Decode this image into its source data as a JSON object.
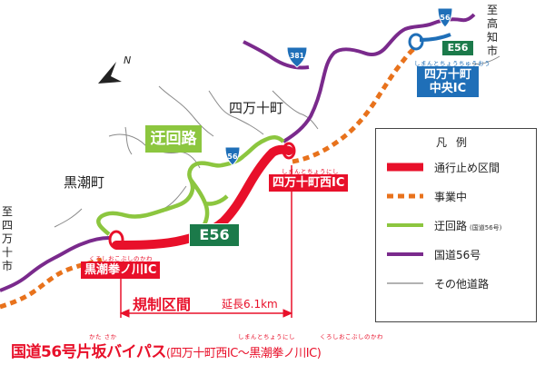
{
  "map": {
    "places": {
      "kochi_direction": "至高知市",
      "shimanto_direction": "至四万十市",
      "shimanto_town": "四万十町",
      "kuroshio_town": "黒潮町"
    },
    "route_shields": {
      "national_56_upper": "56",
      "national_56_mid": "56",
      "national_381": "381"
    },
    "expressway": {
      "name_large": "E56",
      "name_small": "E56"
    },
    "interchanges": {
      "shimanto_chuo": {
        "line1": "四万十町",
        "line2": "中央IC",
        "ruby": "しまんとちょうちゅうおう"
      },
      "shimanto_nishi": {
        "label": "四万十町西IC",
        "ruby": "しまんとちょうにし"
      },
      "kuroshio_kenonokawa": {
        "label": "黒潮拳ノ川IC",
        "ruby": "くろしおこぶしのかわ"
      }
    },
    "detour_label": "迂回路",
    "restricted_section_label": "規制区間",
    "length_label": "延長6.1km",
    "north_label": "N",
    "colors": {
      "closed_section": "#e8102a",
      "under_construction": "#e8721c",
      "detour": "#8cc63f",
      "route_56": "#7a2a8c",
      "other_roads": "#666666",
      "expressway_sign": "#1b7a4a",
      "ic_blue": "#1f6fb8"
    }
  },
  "legend": {
    "title": "凡例",
    "items": [
      {
        "label": "通行止め区間",
        "sub": ""
      },
      {
        "label": "事業中",
        "sub": ""
      },
      {
        "label": "迂回路",
        "sub": "(国道56号)"
      },
      {
        "label": "国道56号",
        "sub": ""
      },
      {
        "label": "その他道路",
        "sub": ""
      }
    ]
  },
  "footer": {
    "title": "国道56号片坂バイパス",
    "paren": "(四万十町西IC～黒潮拳ノ川IC)",
    "ruby_katasaka": "かた さか",
    "ruby_shimanto_nishi": "しまんとちょうにし",
    "ruby_kuroshio": "くろしおこぶしのかわ"
  }
}
